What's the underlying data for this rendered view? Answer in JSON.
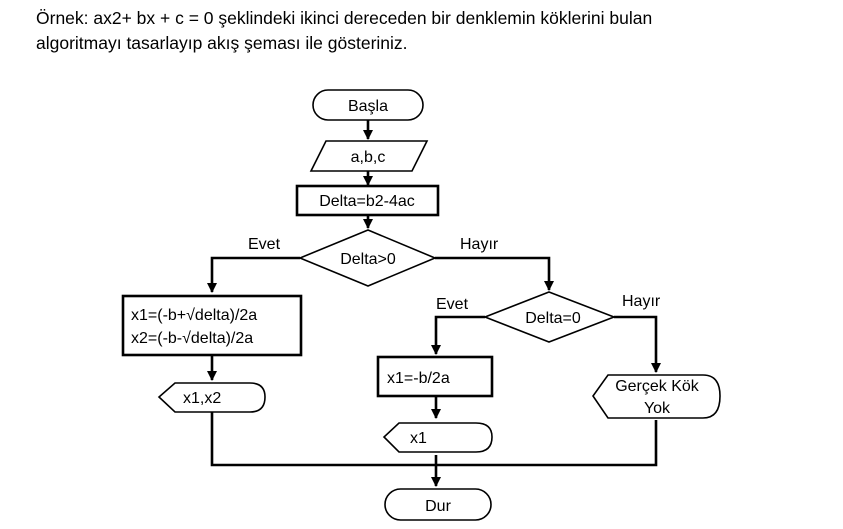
{
  "intro": {
    "line1": "Örnek: ax2+ bx + c = 0 şeklindeki ikinci dereceden bir denklemin köklerini bulan",
    "line2": "algoritmayı tasarlayıp akış şeması ile gösteriniz."
  },
  "flowchart": {
    "start": "Başla",
    "input": "a,b,c",
    "delta_calc": "Delta=b2-4ac",
    "decision1": "Delta>0",
    "decision1_yes": "Evet",
    "decision1_no": "Hayır",
    "roots_x1": "x1=(-b+√delta)/2a",
    "roots_x2": "x2=(-b-√delta)/2a",
    "output_two_roots": "x1,x2",
    "decision2": "Delta=0",
    "decision2_yes": "Evet",
    "decision2_no": "Hayır",
    "single_root": "x1=-b/2a",
    "output_single_root": "x1",
    "no_real_root_line1": "Gerçek Kök",
    "no_real_root_line2": "Yok",
    "end": "Dur"
  }
}
